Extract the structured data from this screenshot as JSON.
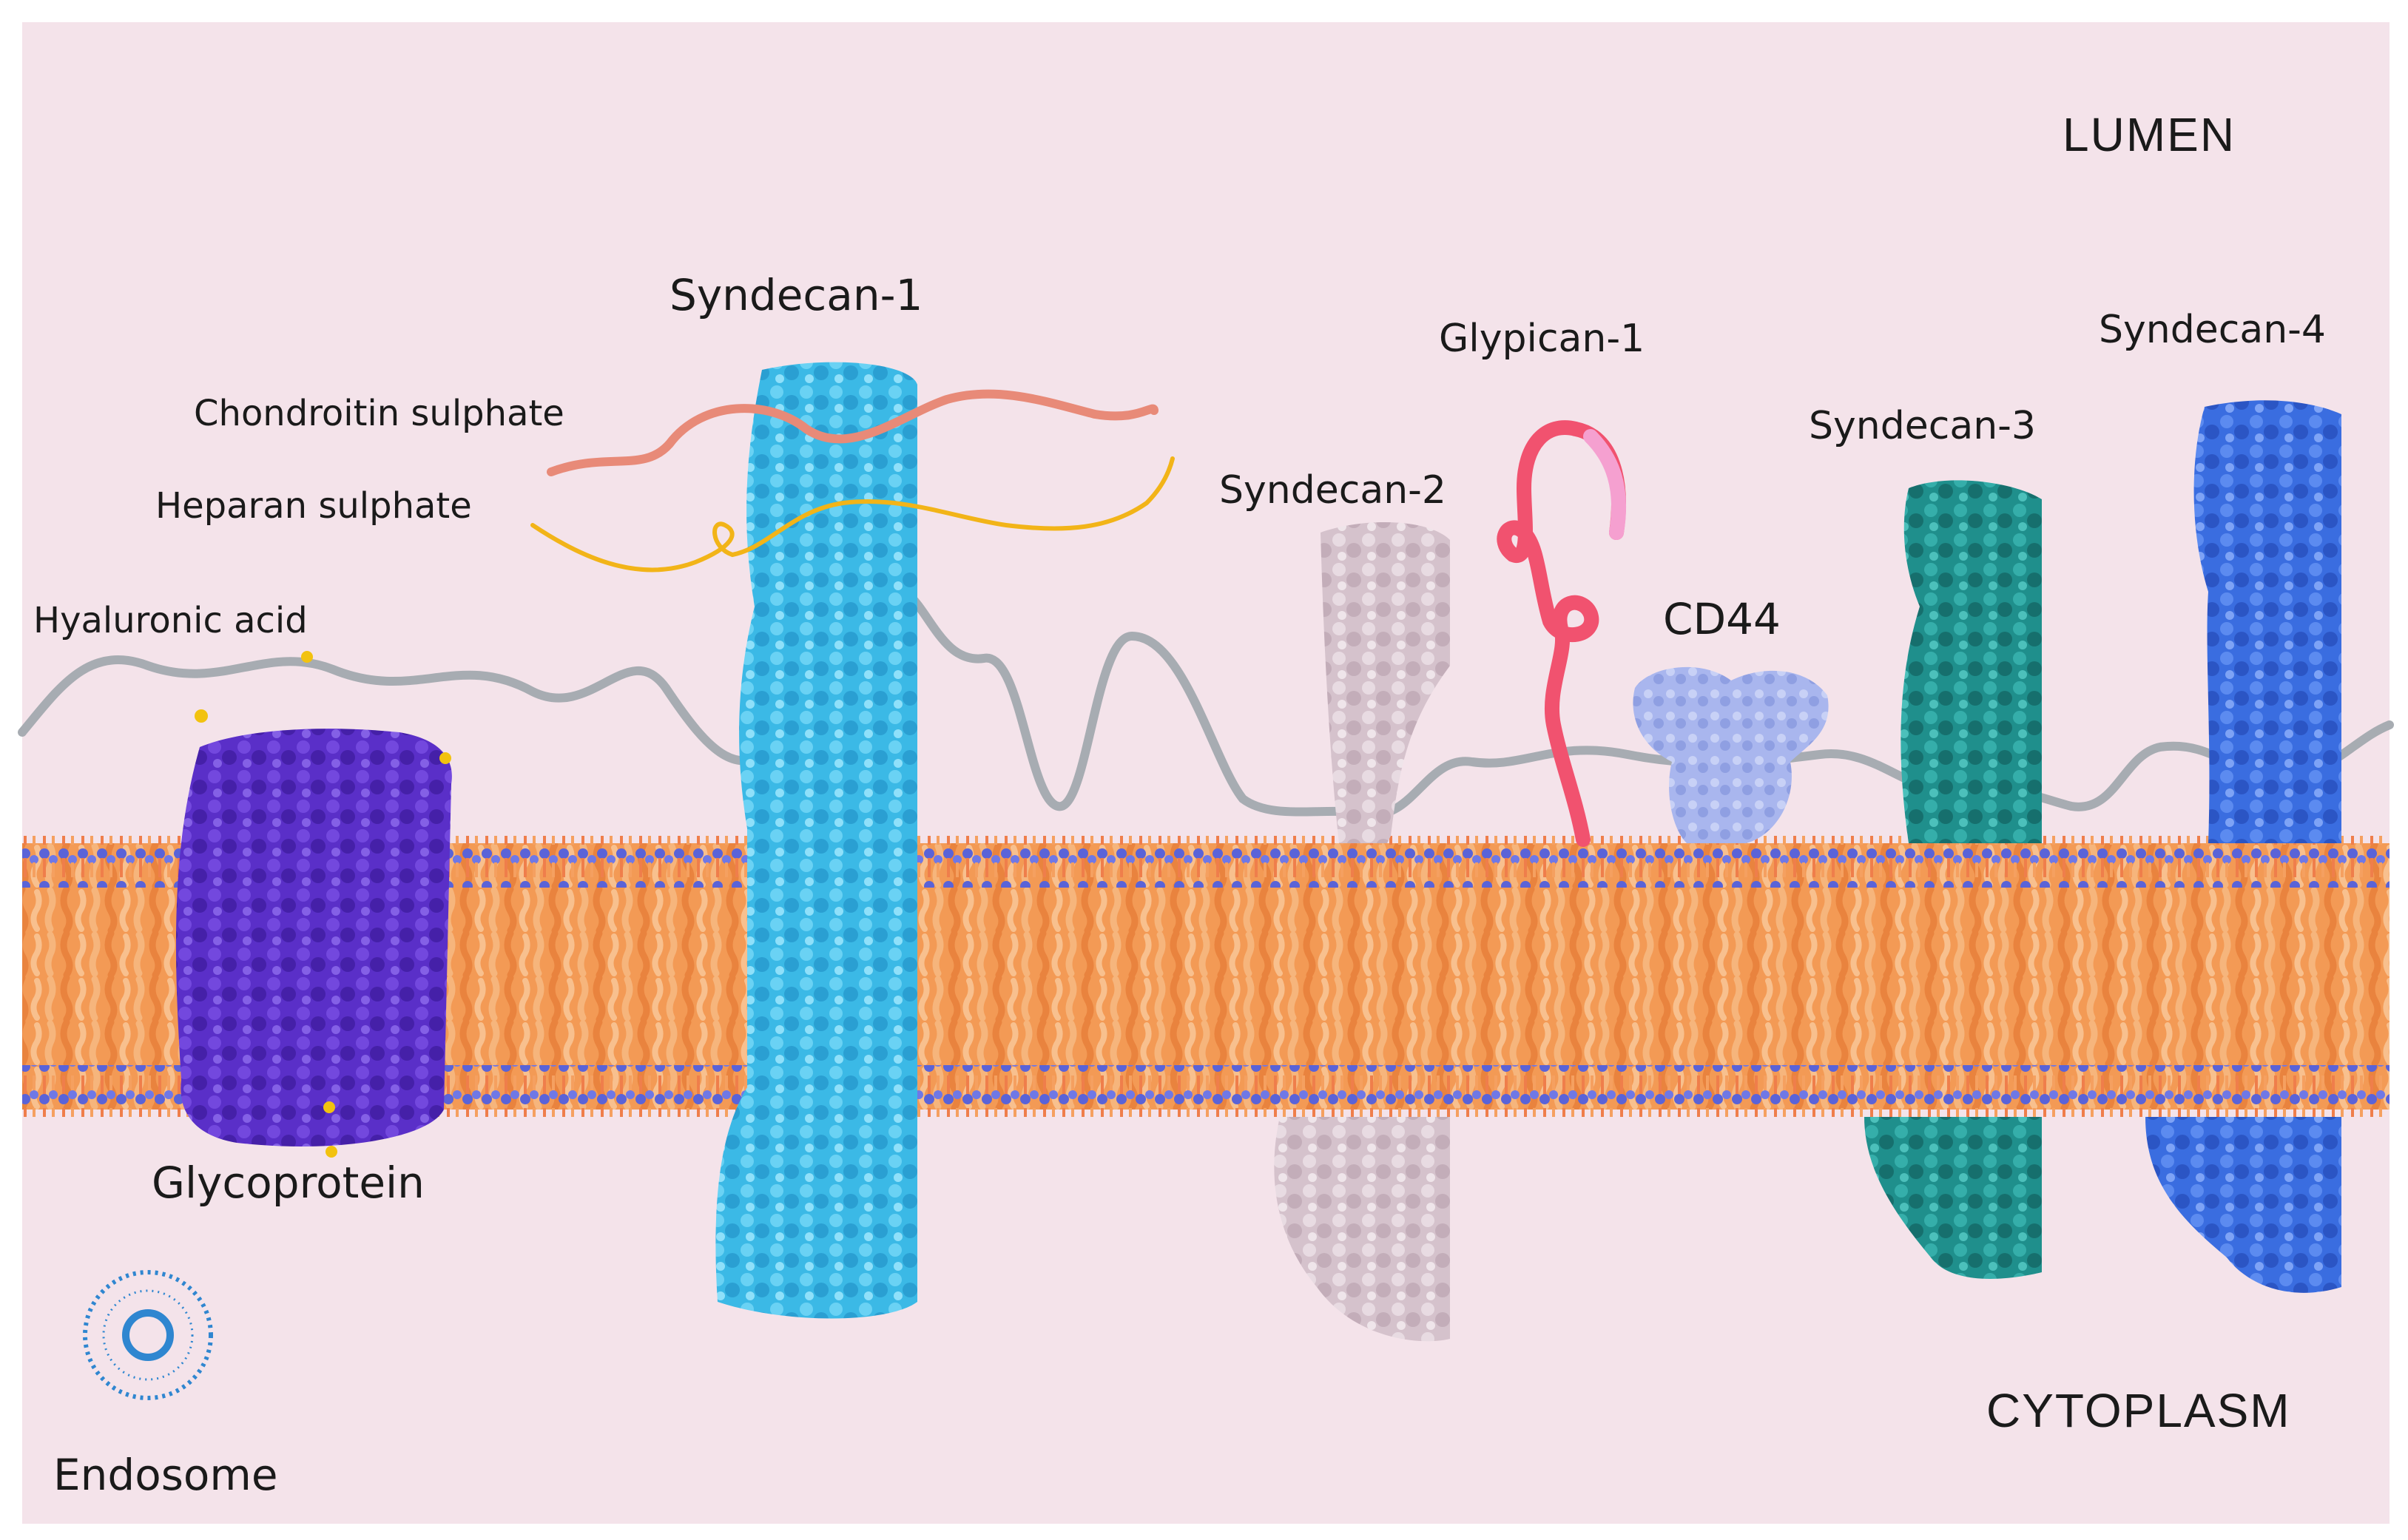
{
  "regions": {
    "lumen": "LUMEN",
    "cytoplasm": "CYTOPLASM"
  },
  "labels": {
    "syndecan_1": "Syndecan-1",
    "syndecan_2": "Syndecan-2",
    "syndecan_3": "Syndecan-3",
    "syndecan_4": "Syndecan-4",
    "glypican_1": "Glypican-1",
    "cd44": "CD44",
    "chondroitin_sulphate": "Chondroitin sulphate",
    "heparan_sulphate": "Heparan sulphate",
    "hyaluronic_acid": "Hyaluronic acid",
    "glycoprotein": "Glycoprotein",
    "endosome": "Endosome"
  },
  "colors": {
    "background": "#f4e3ea",
    "membrane_tails": "#f0944f",
    "membrane_heads": "#5a63d8",
    "syndecan_1": "#3bb9e6",
    "syndecan_2": "#d8c6d0",
    "syndecan_3": "#1f8f8c",
    "syndecan_4": "#3a6de0",
    "glycoprotein": "#5a2fc8",
    "cd44": "#a9b6ee",
    "glypican_1": "#f1526f",
    "chondroitin_sulphate": "#e88a78",
    "heparan_sulphate": "#f2b418",
    "hyaluronic_acid": "#a7acb2",
    "endosome": "#2f86d0"
  }
}
